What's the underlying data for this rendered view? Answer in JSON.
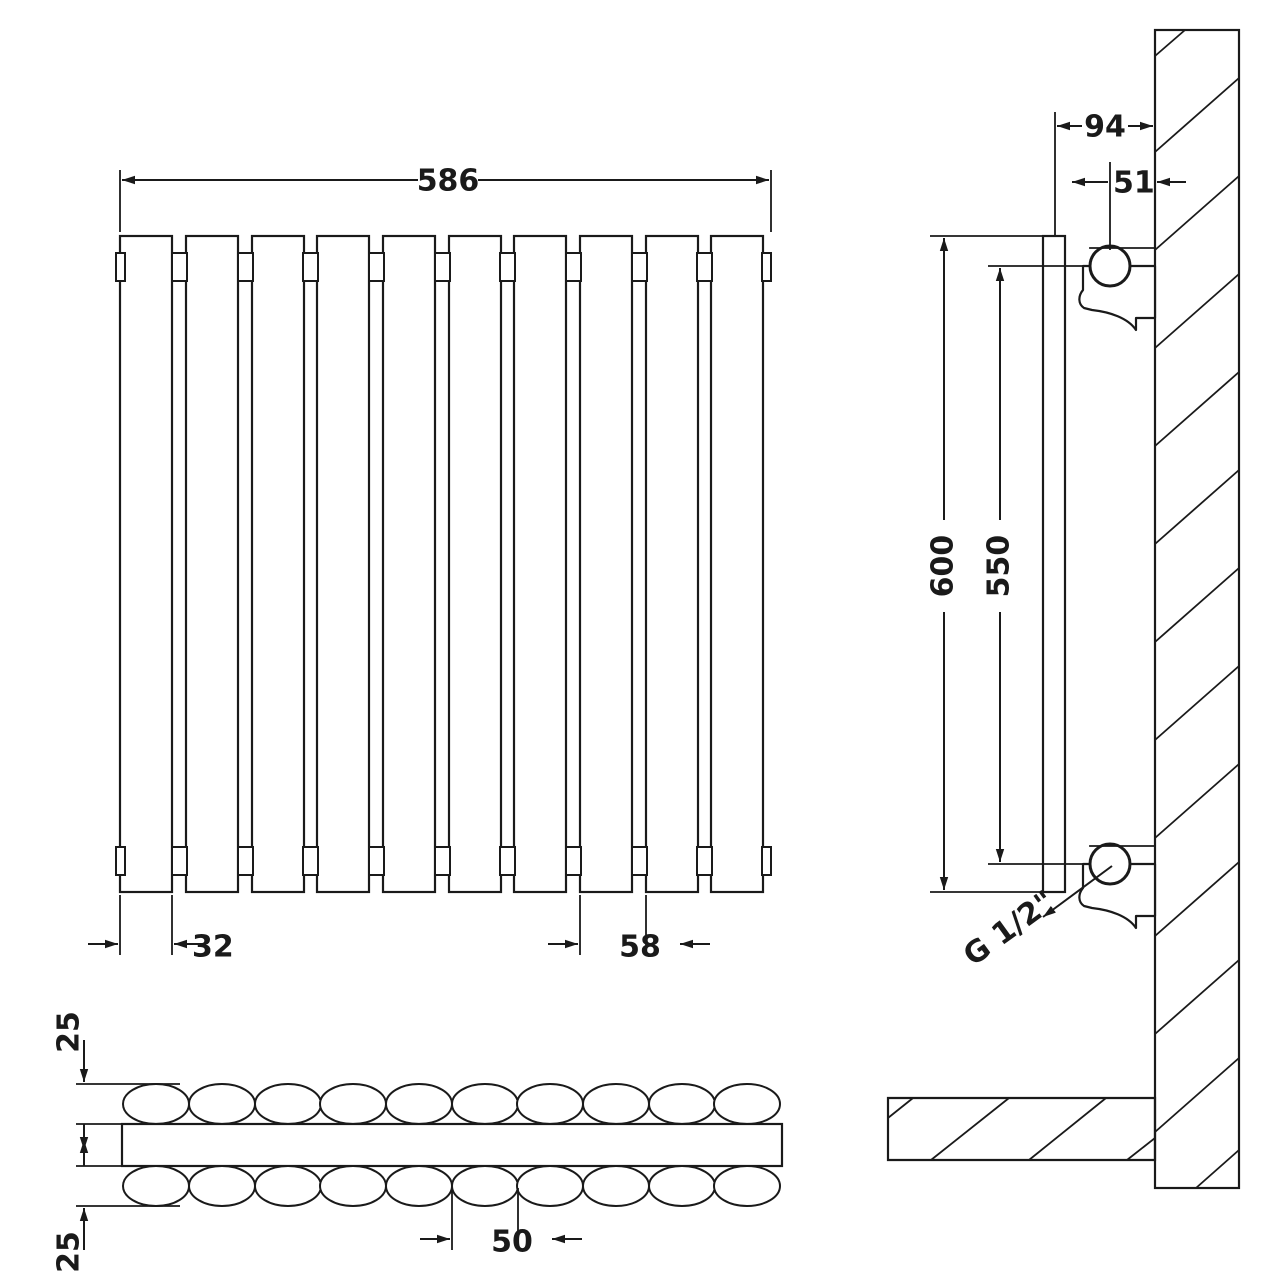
{
  "drawing": {
    "title": "Radiator Technical Dimension Drawing",
    "units": "mm",
    "line_color": "#1a1a1a",
    "background_color": "#ffffff",
    "views": {
      "front": {
        "name": "front-elevation",
        "panel_count": 10,
        "dimensions": {
          "overall_width": "586",
          "panel_width": "32",
          "panel_pitch": "58"
        }
      },
      "side": {
        "name": "side-section-with-wall",
        "dimensions": {
          "wall_to_front": "94",
          "wall_to_connection": "51",
          "overall_height": "600",
          "bracket_centres": "550"
        },
        "connection_label": "G 1/2\""
      },
      "plan": {
        "name": "plan-section",
        "tube_count_per_row": 10,
        "rows": 2,
        "dimensions": {
          "top_projection": "25",
          "bottom_projection": "25",
          "tube_pitch": "50"
        }
      }
    }
  },
  "labels": {
    "width_586": "586",
    "panel_32": "32",
    "pitch_58": "58",
    "depth_94": "94",
    "offset_51": "51",
    "height_600": "600",
    "centres_550": "550",
    "thread_g_half": "G 1/2\"",
    "proj_top_25": "25",
    "proj_bottom_25": "25",
    "tube_pitch_50": "50"
  }
}
